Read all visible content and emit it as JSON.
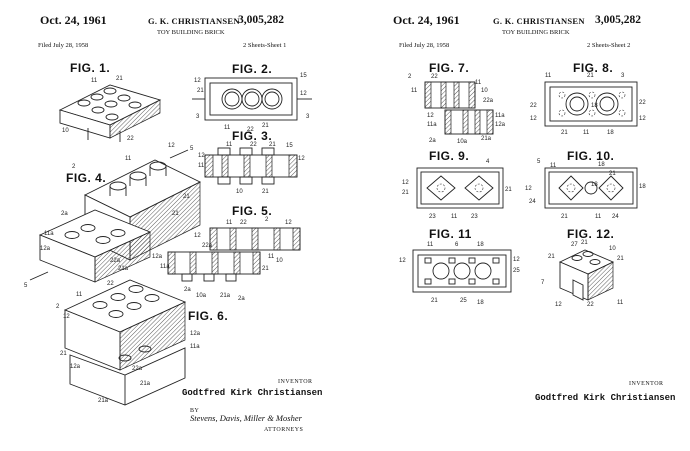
{
  "sheet1": {
    "date": "Oct. 24, 1961",
    "inventor_header": "G. K. CHRISTIANSEN",
    "patent_number": "3,005,282",
    "title": "TOY BUILDING BRICK",
    "filed": "Filed July 28, 1958",
    "sheets": "2 Sheets-Sheet 1",
    "figures": [
      "FIG. 1.",
      "FIG. 2.",
      "FIG. 3.",
      "FIG. 4.",
      "FIG. 5.",
      "FIG. 6."
    ],
    "inventor_caption": "INVENTOR",
    "inventor_name": "Godtfred Kirk Christiansen",
    "by": "BY",
    "signature": "Stevens, Davis, Miller & Mosher",
    "attorneys": "ATTORNEYS"
  },
  "sheet2": {
    "date": "Oct. 24, 1961",
    "inventor_header": "G. K. CHRISTIANSEN",
    "patent_number": "3,005,282",
    "title": "TOY BUILDING BRICK",
    "filed": "Filed July 28, 1958",
    "sheets": "2 Sheets-Sheet 2",
    "figures": [
      "FIG. 7.",
      "FIG. 8.",
      "FIG. 9.",
      "FIG. 10.",
      "FIG. 11",
      "FIG. 12."
    ],
    "inventor_caption": "INVENTOR",
    "inventor_name": "Godtfred Kirk Christiansen"
  }
}
